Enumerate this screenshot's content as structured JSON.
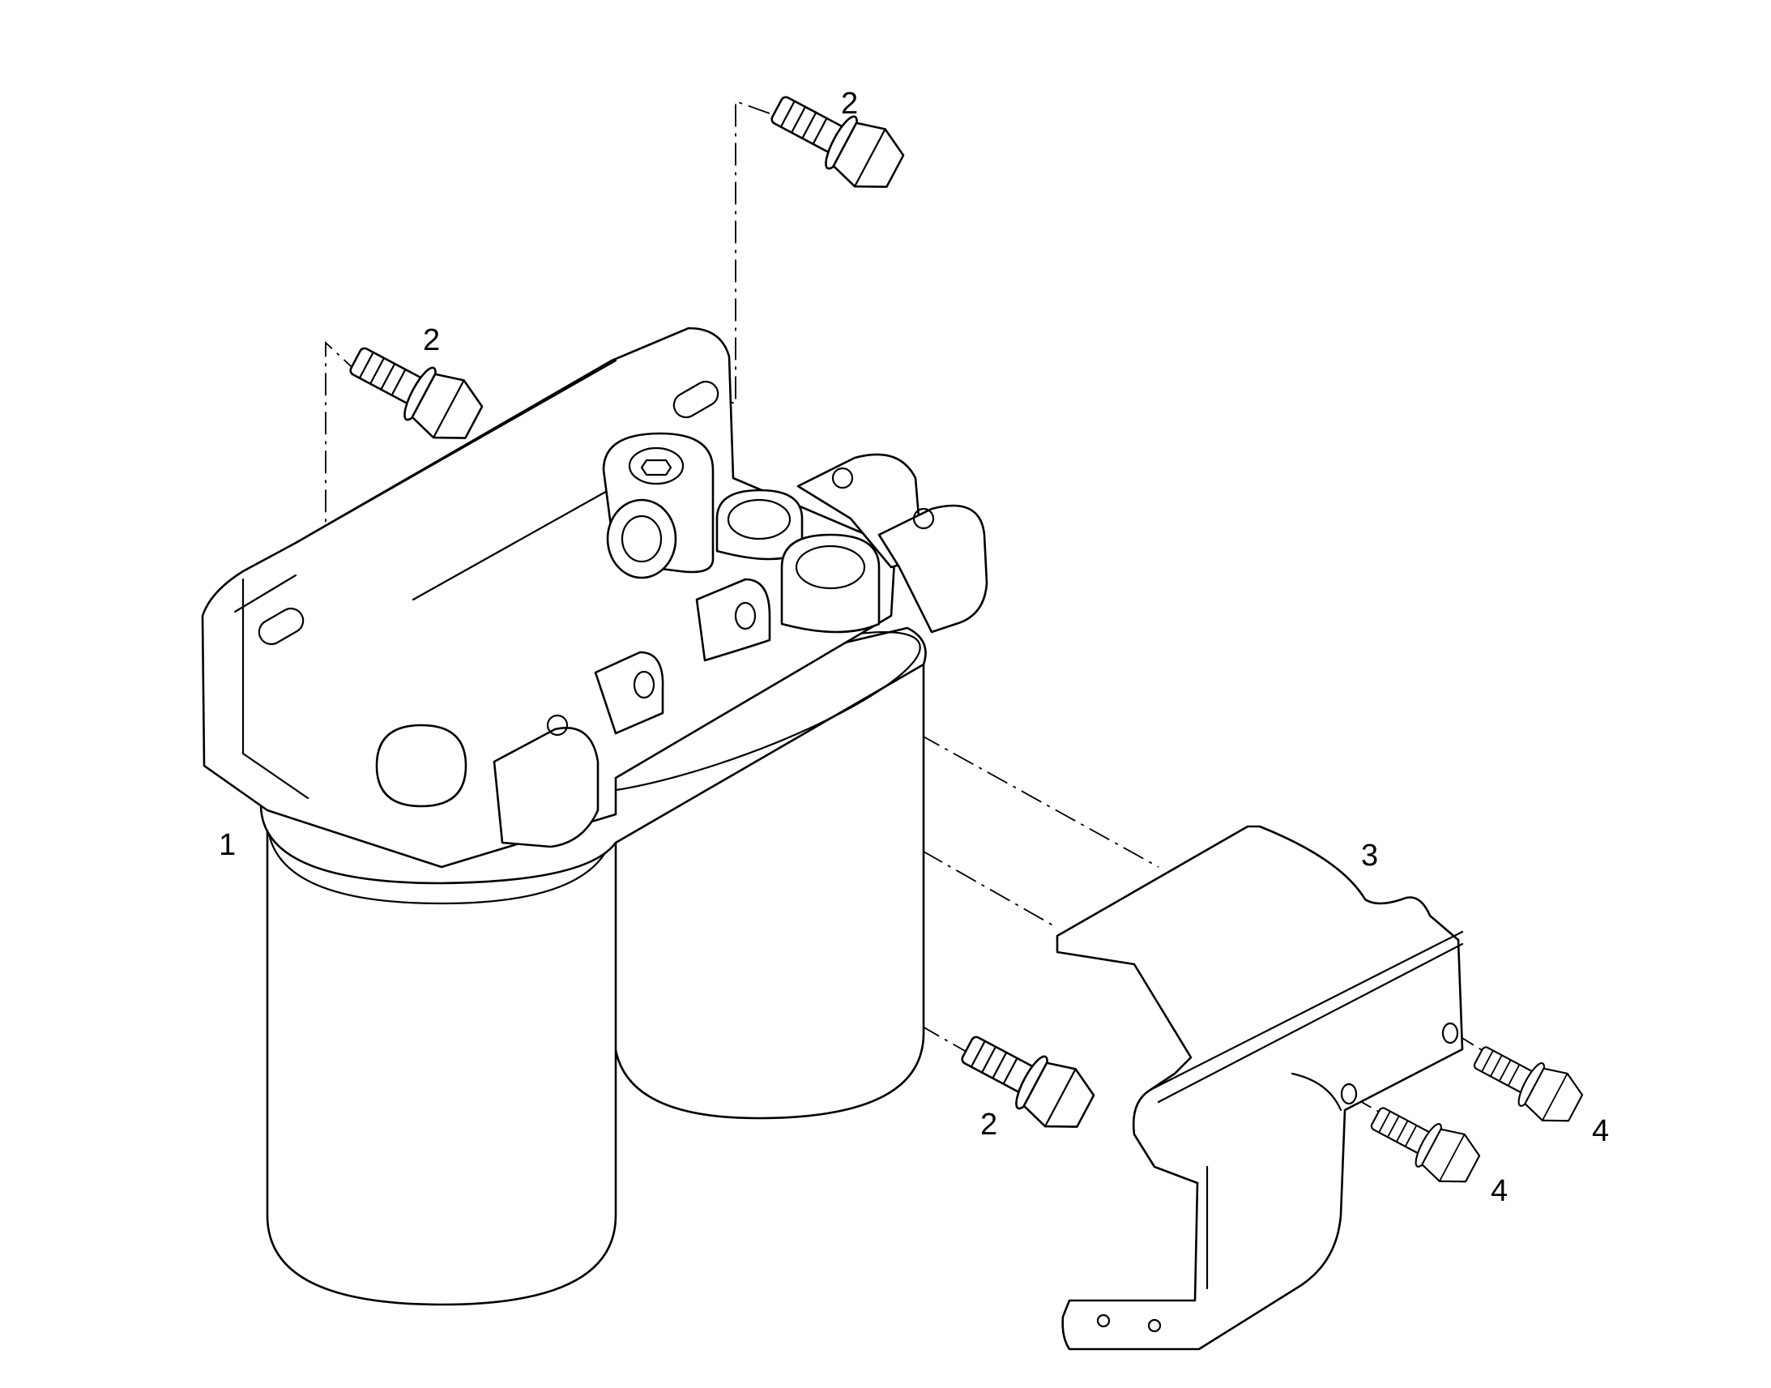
{
  "diagram": {
    "callouts": {
      "filter_assembly": "1",
      "bolt_top_right": "2",
      "bolt_top_left": "2",
      "bolt_bottom": "2",
      "bracket": "3",
      "bracket_bolt_right": "4",
      "bracket_bolt_left": "4"
    },
    "colors": {
      "line": "#000000",
      "background": "#ffffff"
    }
  }
}
